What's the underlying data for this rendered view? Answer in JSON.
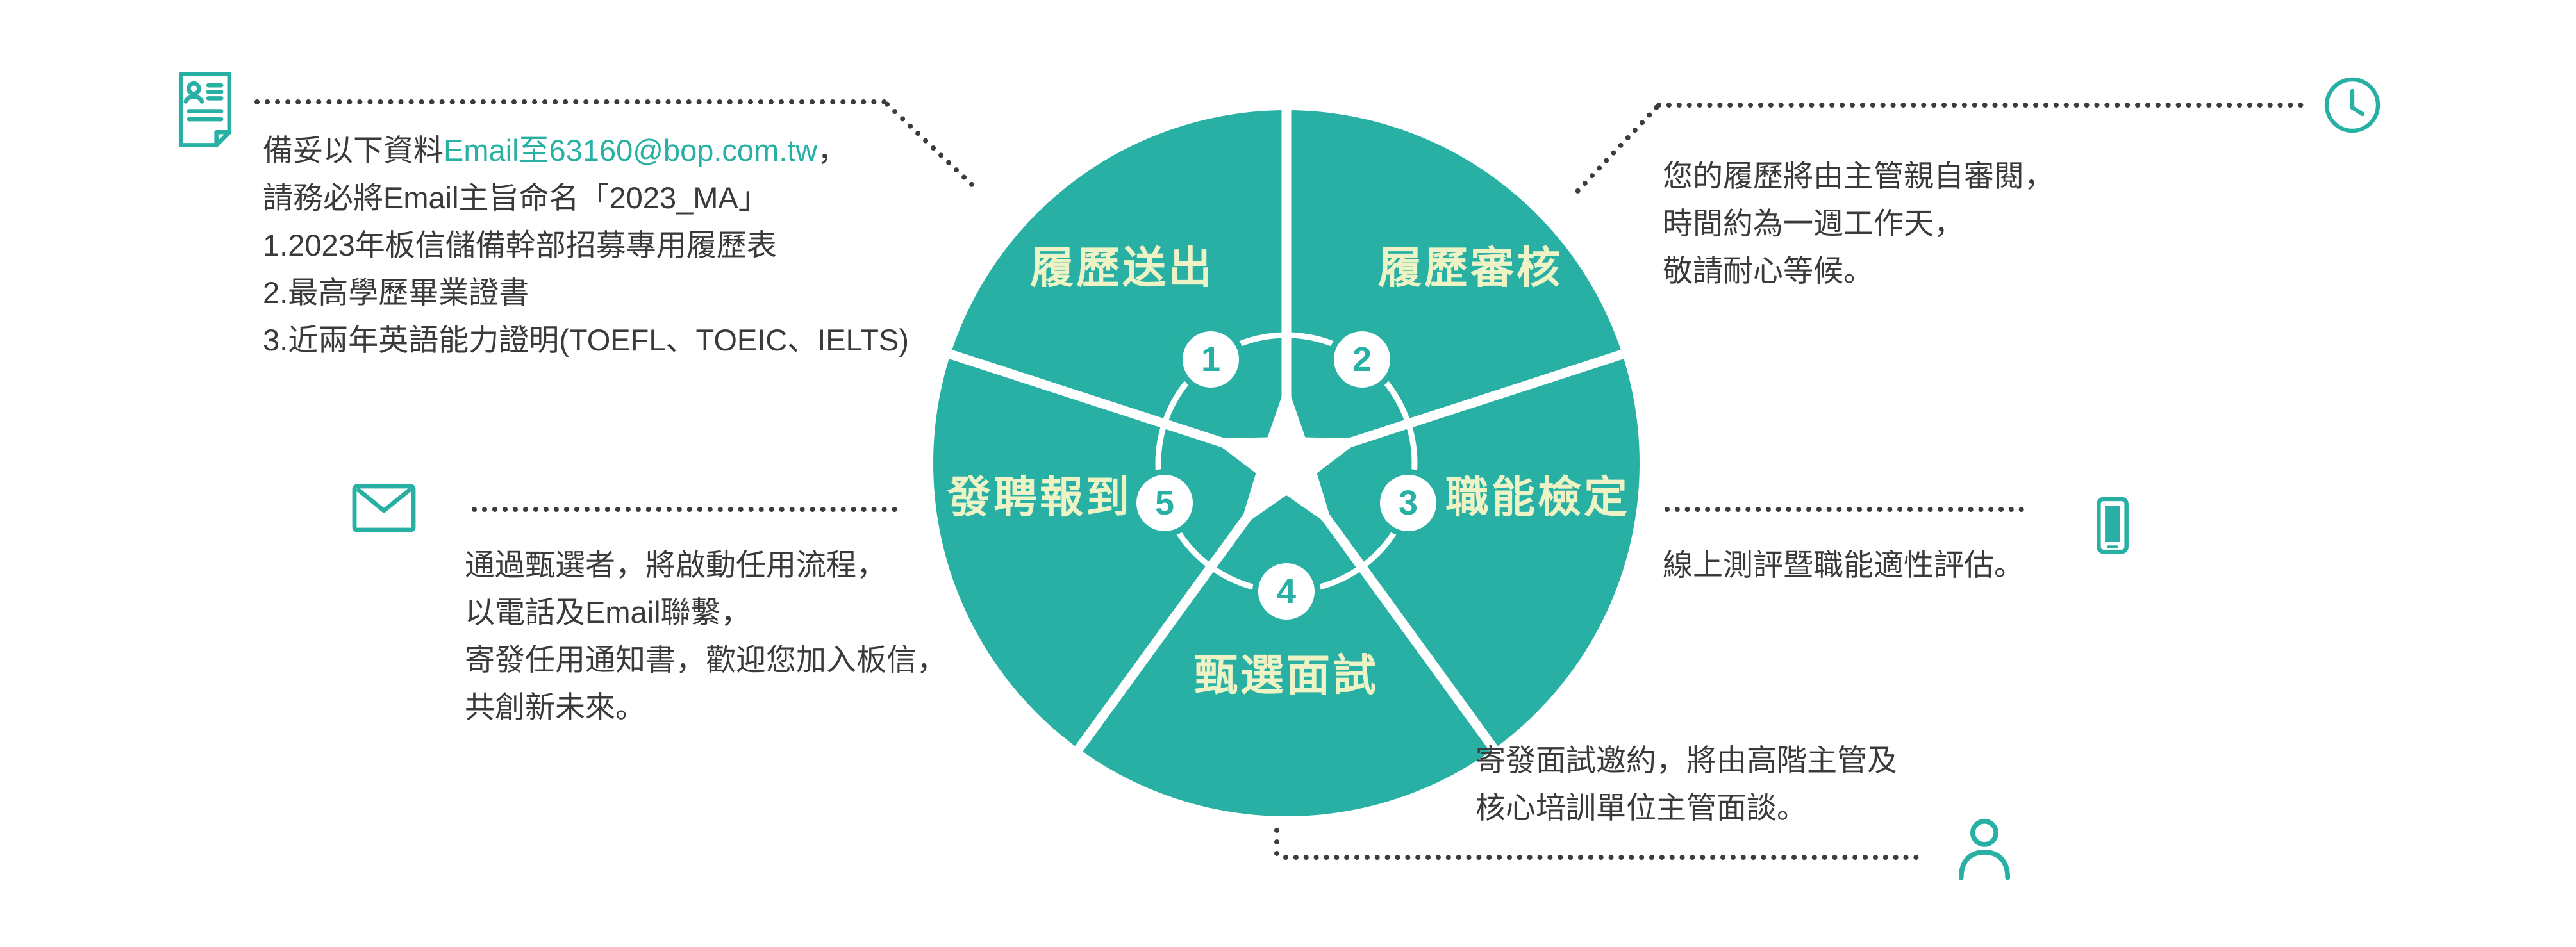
{
  "colors": {
    "teal": "#27b0a3",
    "label_yellow": "#eef3c6",
    "text": "#3a3a3a",
    "line": "#3c3c3c",
    "white": "#ffffff"
  },
  "wheel": {
    "steps": [
      {
        "num": "1",
        "label": "履歷送出"
      },
      {
        "num": "2",
        "label": "履歷審核"
      },
      {
        "num": "3",
        "label": "職能檢定"
      },
      {
        "num": "4",
        "label": "甄選面試"
      },
      {
        "num": "5",
        "label": "發聘報到"
      }
    ]
  },
  "annotations": {
    "resume": {
      "icon": "resume-document-icon",
      "line1_prefix": "備妥以下資料",
      "line1_email": "Email至63160@bop.com.tw",
      "line1_suffix": "，",
      "lines": [
        "請務必將Email主旨命名「2023_MA」",
        "1.2023年板信儲備幹部招募專用履歷表",
        "2.最高學歷畢業證書",
        "3.近兩年英語能力證明(TOEFL、TOEIC、IELTS)"
      ]
    },
    "review": {
      "icon": "clock-icon",
      "lines": [
        "您的履歷將由主管親自審閱，",
        "時間約為一週工作天，",
        "敬請耐心等候。"
      ]
    },
    "assessment": {
      "icon": "smartphone-icon",
      "lines": [
        "線上測評暨職能適性評估。"
      ]
    },
    "interview": {
      "icon": "person-icon",
      "lines": [
        "寄發面試邀約，將由高階主管及",
        "核心培訓單位主管面談。"
      ]
    },
    "offer": {
      "icon": "envelope-icon",
      "lines": [
        "通過甄選者，將啟動任用流程，",
        "以電話及Email聯繫，",
        "寄發任用通知書，歡迎您加入板信，",
        "共創新未來。"
      ]
    }
  }
}
